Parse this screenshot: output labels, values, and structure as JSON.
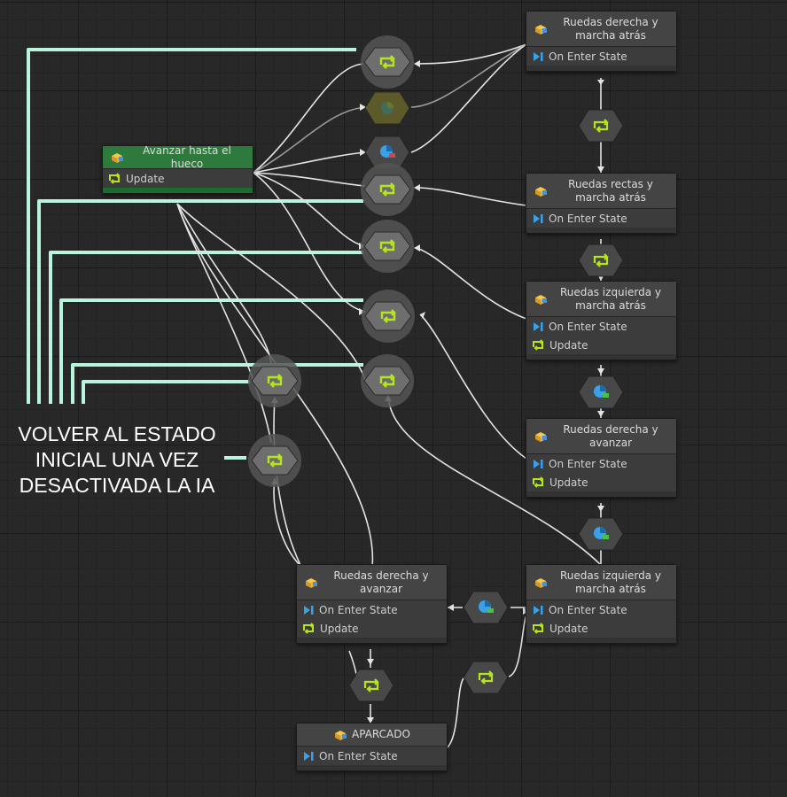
{
  "colors": {
    "wire": "#e6e6e6",
    "highlight": "#b8f5dc",
    "icon_green": "#b5e61d",
    "icon_blue": "#3aa0e8",
    "header_green": "#2e7a3c"
  },
  "nodes": [
    {
      "id": "n1",
      "title": "Ruedas derecha y marcha atrás",
      "rows": [
        "On Enter State"
      ]
    },
    {
      "id": "n2",
      "title": "Avanzar hasta el hueco",
      "rows": [
        "Update"
      ]
    },
    {
      "id": "n3",
      "title": "Ruedas rectas y marcha atrás",
      "rows": [
        "On Enter State"
      ]
    },
    {
      "id": "n4",
      "title": "Ruedas izquierda y marcha atrás",
      "rows": [
        "On Enter State",
        "Update"
      ]
    },
    {
      "id": "n5",
      "title": "Ruedas derecha y avanzar",
      "rows": [
        "On Enter State",
        "Update"
      ]
    },
    {
      "id": "n6",
      "title": "Ruedas derecha y avanzar",
      "rows": [
        "On Enter State",
        "Update"
      ]
    },
    {
      "id": "n7",
      "title": "Ruedas izquierda y marcha atrás",
      "rows": [
        "On Enter State",
        "Update"
      ]
    },
    {
      "id": "n8",
      "title": "APARCADO",
      "rows": [
        "On Enter State"
      ]
    }
  ],
  "annotation": {
    "text": "VOLVER AL ESTADO INICIAL UNA VEZ DESACTIVADA LA IA"
  },
  "icons": {
    "state": "state-box-icon",
    "enter": "enter-state-icon",
    "update": "update-loop-icon",
    "transition": "transition-loop-icon",
    "condition": "condition-icon"
  }
}
